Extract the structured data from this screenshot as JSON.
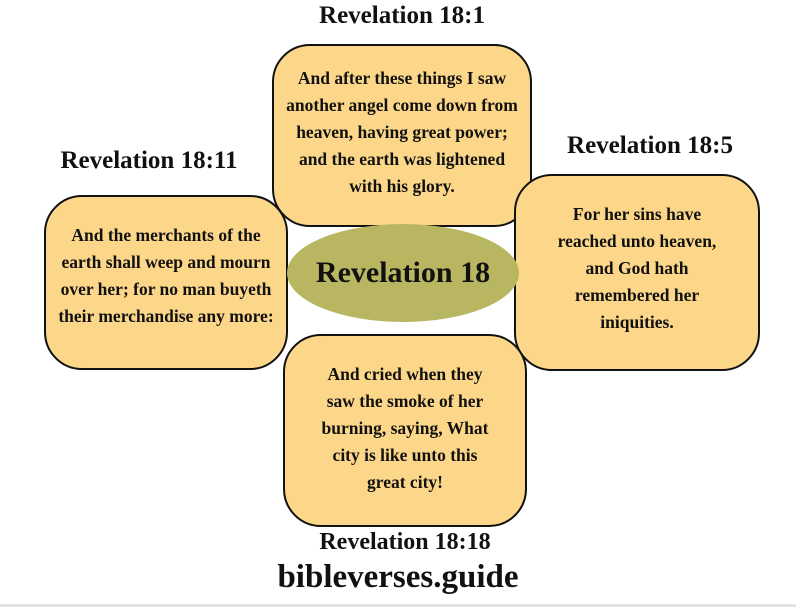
{
  "diagram": {
    "center": {
      "label": "Revelation 18",
      "color": "#b9b662"
    },
    "box_color": "#fdd789",
    "verses": [
      {
        "position": "top",
        "reference": "Revelation 18:1",
        "text": "And after these things I saw another angel come down from heaven, having great power; and the earth was lightened with his glory."
      },
      {
        "position": "right",
        "reference": "Revelation 18:5",
        "text": "For her sins have reached unto heaven, and God hath remembered her iniquities."
      },
      {
        "position": "bottom",
        "reference": "Revelation 18:18",
        "text": "And cried when they saw the smoke of her burning, saying, What city is like unto this great city!"
      },
      {
        "position": "left",
        "reference": "Revelation 18:11",
        "text": "And the merchants of the earth shall weep and mourn over her; for no man buyeth their merchandise any more:"
      }
    ]
  },
  "footer": {
    "site": "bibleverses.guide"
  }
}
